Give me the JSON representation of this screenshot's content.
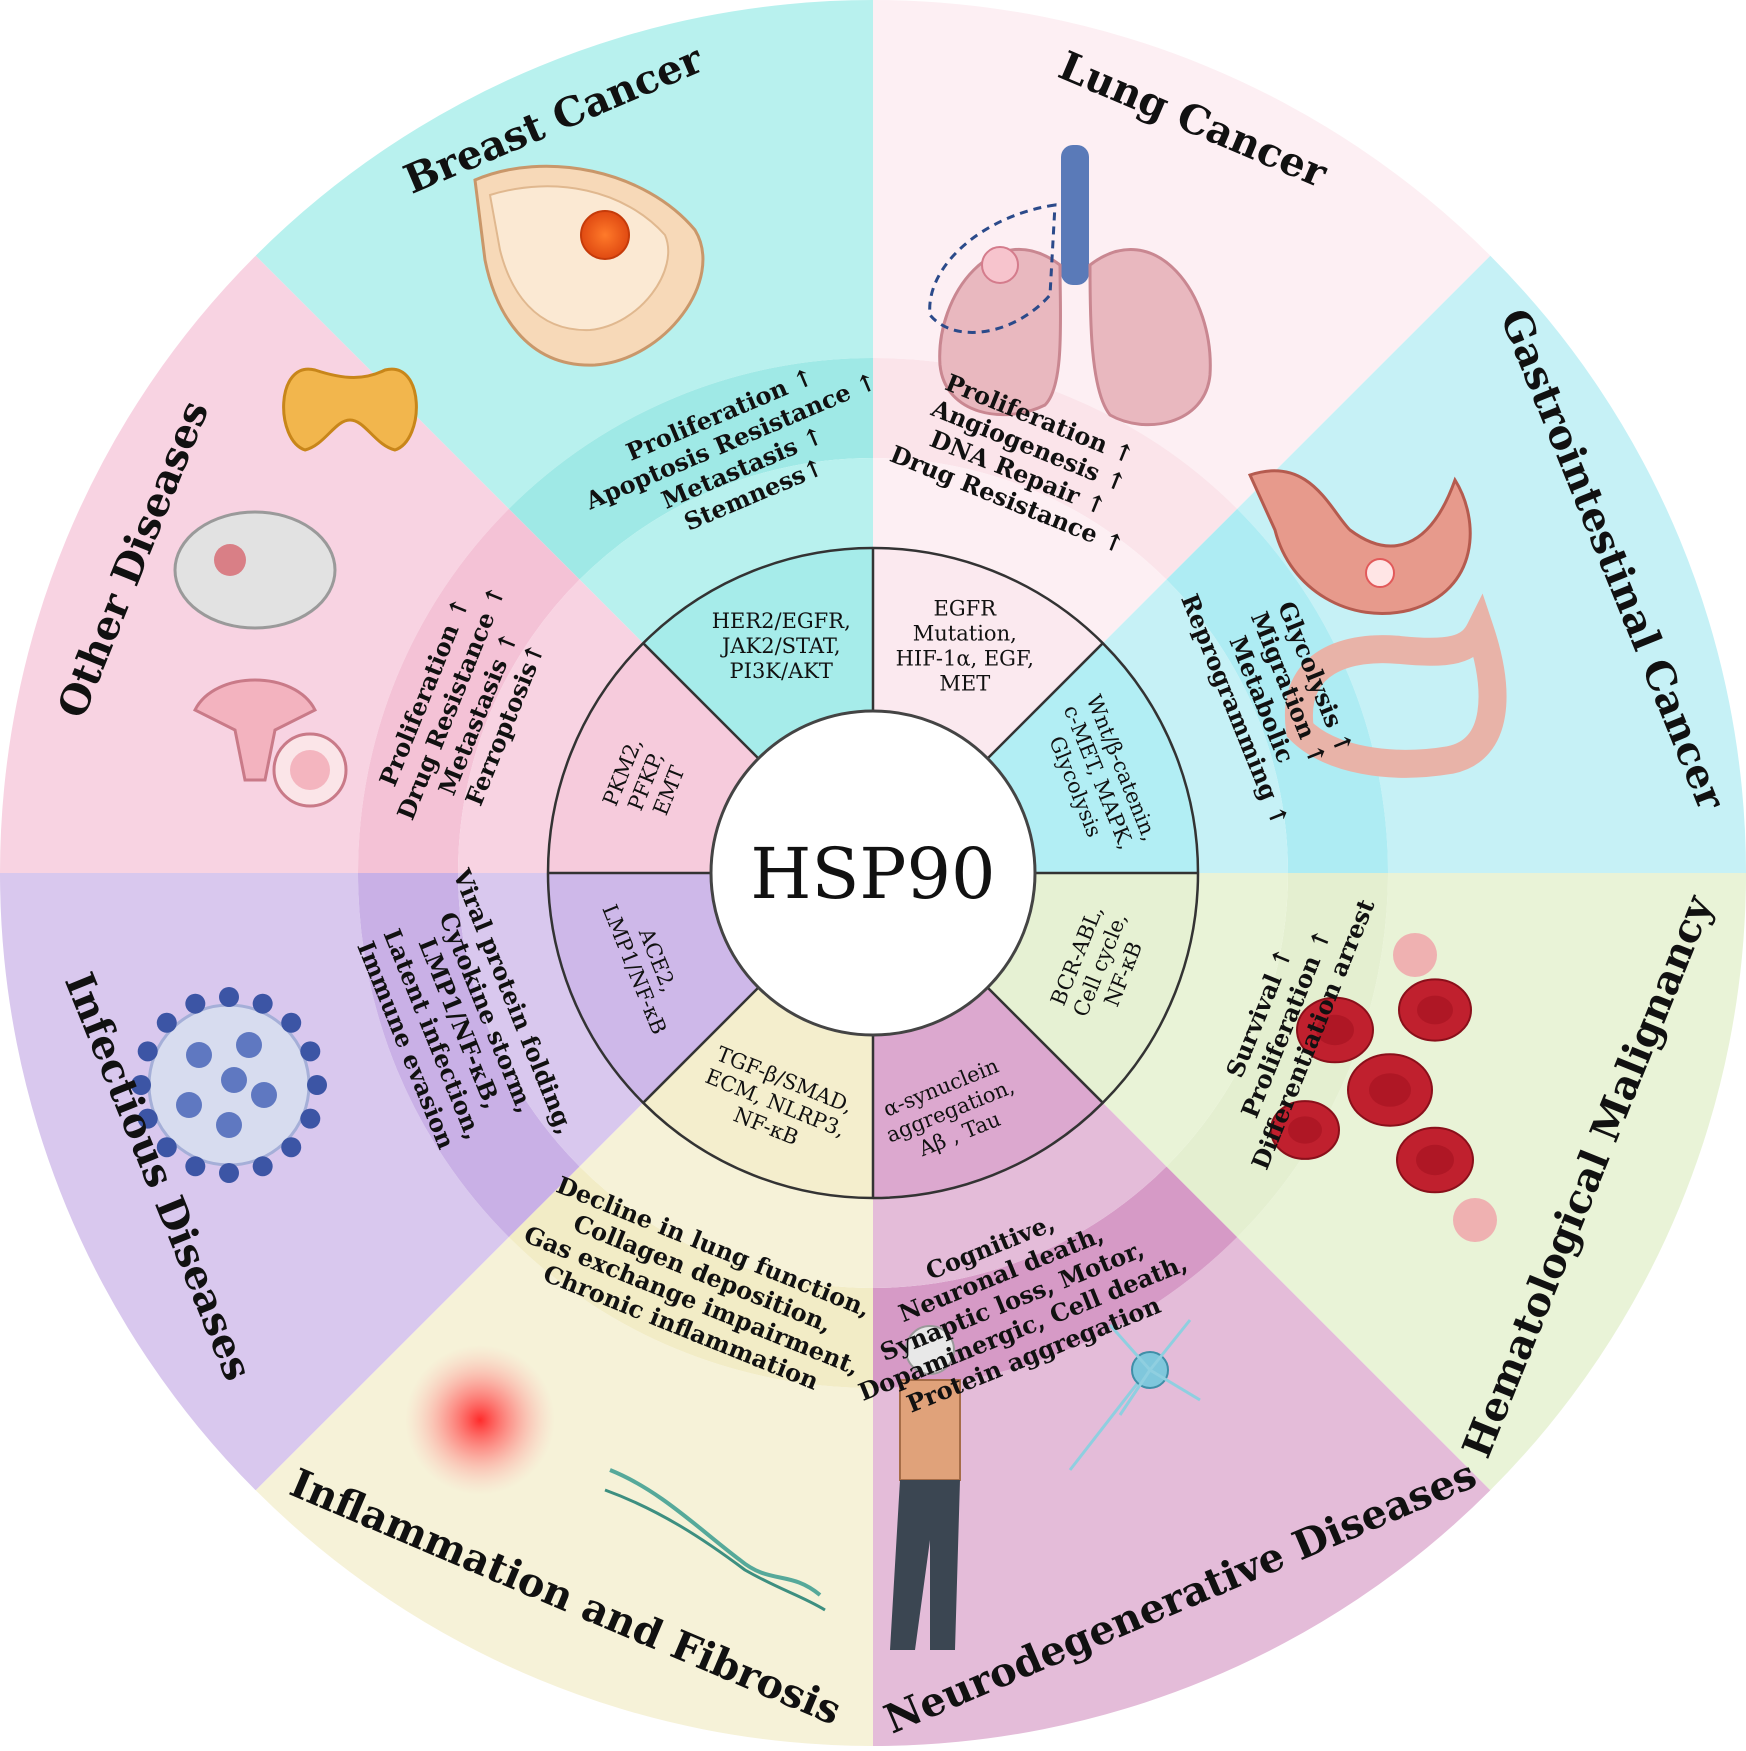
{
  "center": {
    "label": "HSP90"
  },
  "colors": {
    "ring_line": "#333333",
    "hub_fill": "#ffffff",
    "hub_stroke": "#444444"
  },
  "sectors": [
    {
      "id": "breast",
      "title": "Breast Cancer",
      "outer": "#b8f1ee",
      "mid": "#9fe9e6",
      "inner": "#a6ecea",
      "effects": [
        "Proliferation ↑",
        "Apoptosis Resistance ↑",
        "Metastasis ↑",
        "Stemness↑"
      ],
      "pathways": [
        "HER2/EGFR,",
        "JAK2/STAT,",
        "PI3K/AKT"
      ],
      "icon": "breast-tumor-icon"
    },
    {
      "id": "lung",
      "title": "Lung Cancer",
      "outer": "#fdeff3",
      "mid": "#fbe4ea",
      "inner": "#fbe9ef",
      "effects": [
        "Proliferation ↑",
        "Angiogenesis ↑",
        "DNA Repair ↑",
        "Drug Resistance ↑"
      ],
      "pathways": [
        "EGFR",
        "Mutation,",
        "HIF-1α, EGF,",
        "MET"
      ],
      "icon": "lung-tumor-icon"
    },
    {
      "id": "gi",
      "title": "Gastrointestinal Cancer",
      "outer": "#c6f1f6",
      "mid": "#aeecf3",
      "inner": "#b2eef4",
      "effects": [
        "Glycolysis ↑",
        "Migration ↑",
        "Metabolic",
        "Reprogramming ↑"
      ],
      "pathways": [
        "Wnt/β-catenin,",
        "c-MET, MAPK,",
        "Glycolysis"
      ],
      "icon": "stomach-colon-icon"
    },
    {
      "id": "heme",
      "title": "Hematological Malignancy",
      "outer": "#e9f3d7",
      "mid": "#e4efd0",
      "inner": "#e6f1d3",
      "effects": [
        "Survival ↑",
        "Proliferation ↑",
        "Differentiation arrest"
      ],
      "pathways": [
        "BCR-ABL,",
        "Cell cycle,",
        "NF-κB"
      ],
      "icon": "red-blood-cell-icon"
    },
    {
      "id": "neuro",
      "title": "Neurodegenerative Diseases",
      "outer": "#e4bcd9",
      "mid": "#d69ac6",
      "inner": "#dca8cf",
      "effects": [
        "Cognitive,",
        "Neuronal death,",
        "Synaptic loss, Motor,",
        "Dopaminergic, Cell death,",
        "Protein aggregation"
      ],
      "pathways": [
        "α-synuclein",
        "aggregation,",
        "Aβ , Tau"
      ],
      "icon": "elderly-neuron-icon"
    },
    {
      "id": "inflam",
      "title": "Inflammation and Fibrosis",
      "outer": "#f6f2d8",
      "mid": "#f2ecc6",
      "inner": "#f4eecd",
      "effects": [
        "Decline in lung function,",
        "Collagen deposition,",
        "Gas exchange impairment,",
        "Chronic inflammation"
      ],
      "pathways": [
        "TGF-β/SMAD,",
        "ECM, NLRP3,",
        "NF-κB"
      ],
      "icon": "fibrosis-icon"
    },
    {
      "id": "infect",
      "title": "Infectious Diseases",
      "outer": "#d9c8ee",
      "mid": "#c9b0e6",
      "inner": "#ceb8e9",
      "effects": [
        "Viral protein folding,",
        "Cytokine storm,",
        "LMP1/NF-κB,",
        "Latent infection,",
        "Immune evasion"
      ],
      "pathways": [
        "ACE2,",
        "LMP1/NF-κB"
      ],
      "icon": "virus-icon"
    },
    {
      "id": "other",
      "title": "Other Diseases",
      "outer": "#f8d3e2",
      "mid": "#f4c2d6",
      "inner": "#f6cbdc",
      "effects": [
        "Proliferation ↑",
        "Drug Resistance ↑",
        "Metastasis ↑",
        "Ferroptosis↑"
      ],
      "pathways": [
        "PKM2,",
        "PFKP,",
        "EMT"
      ],
      "icon": "thyroid-brain-uterus-icon"
    }
  ]
}
